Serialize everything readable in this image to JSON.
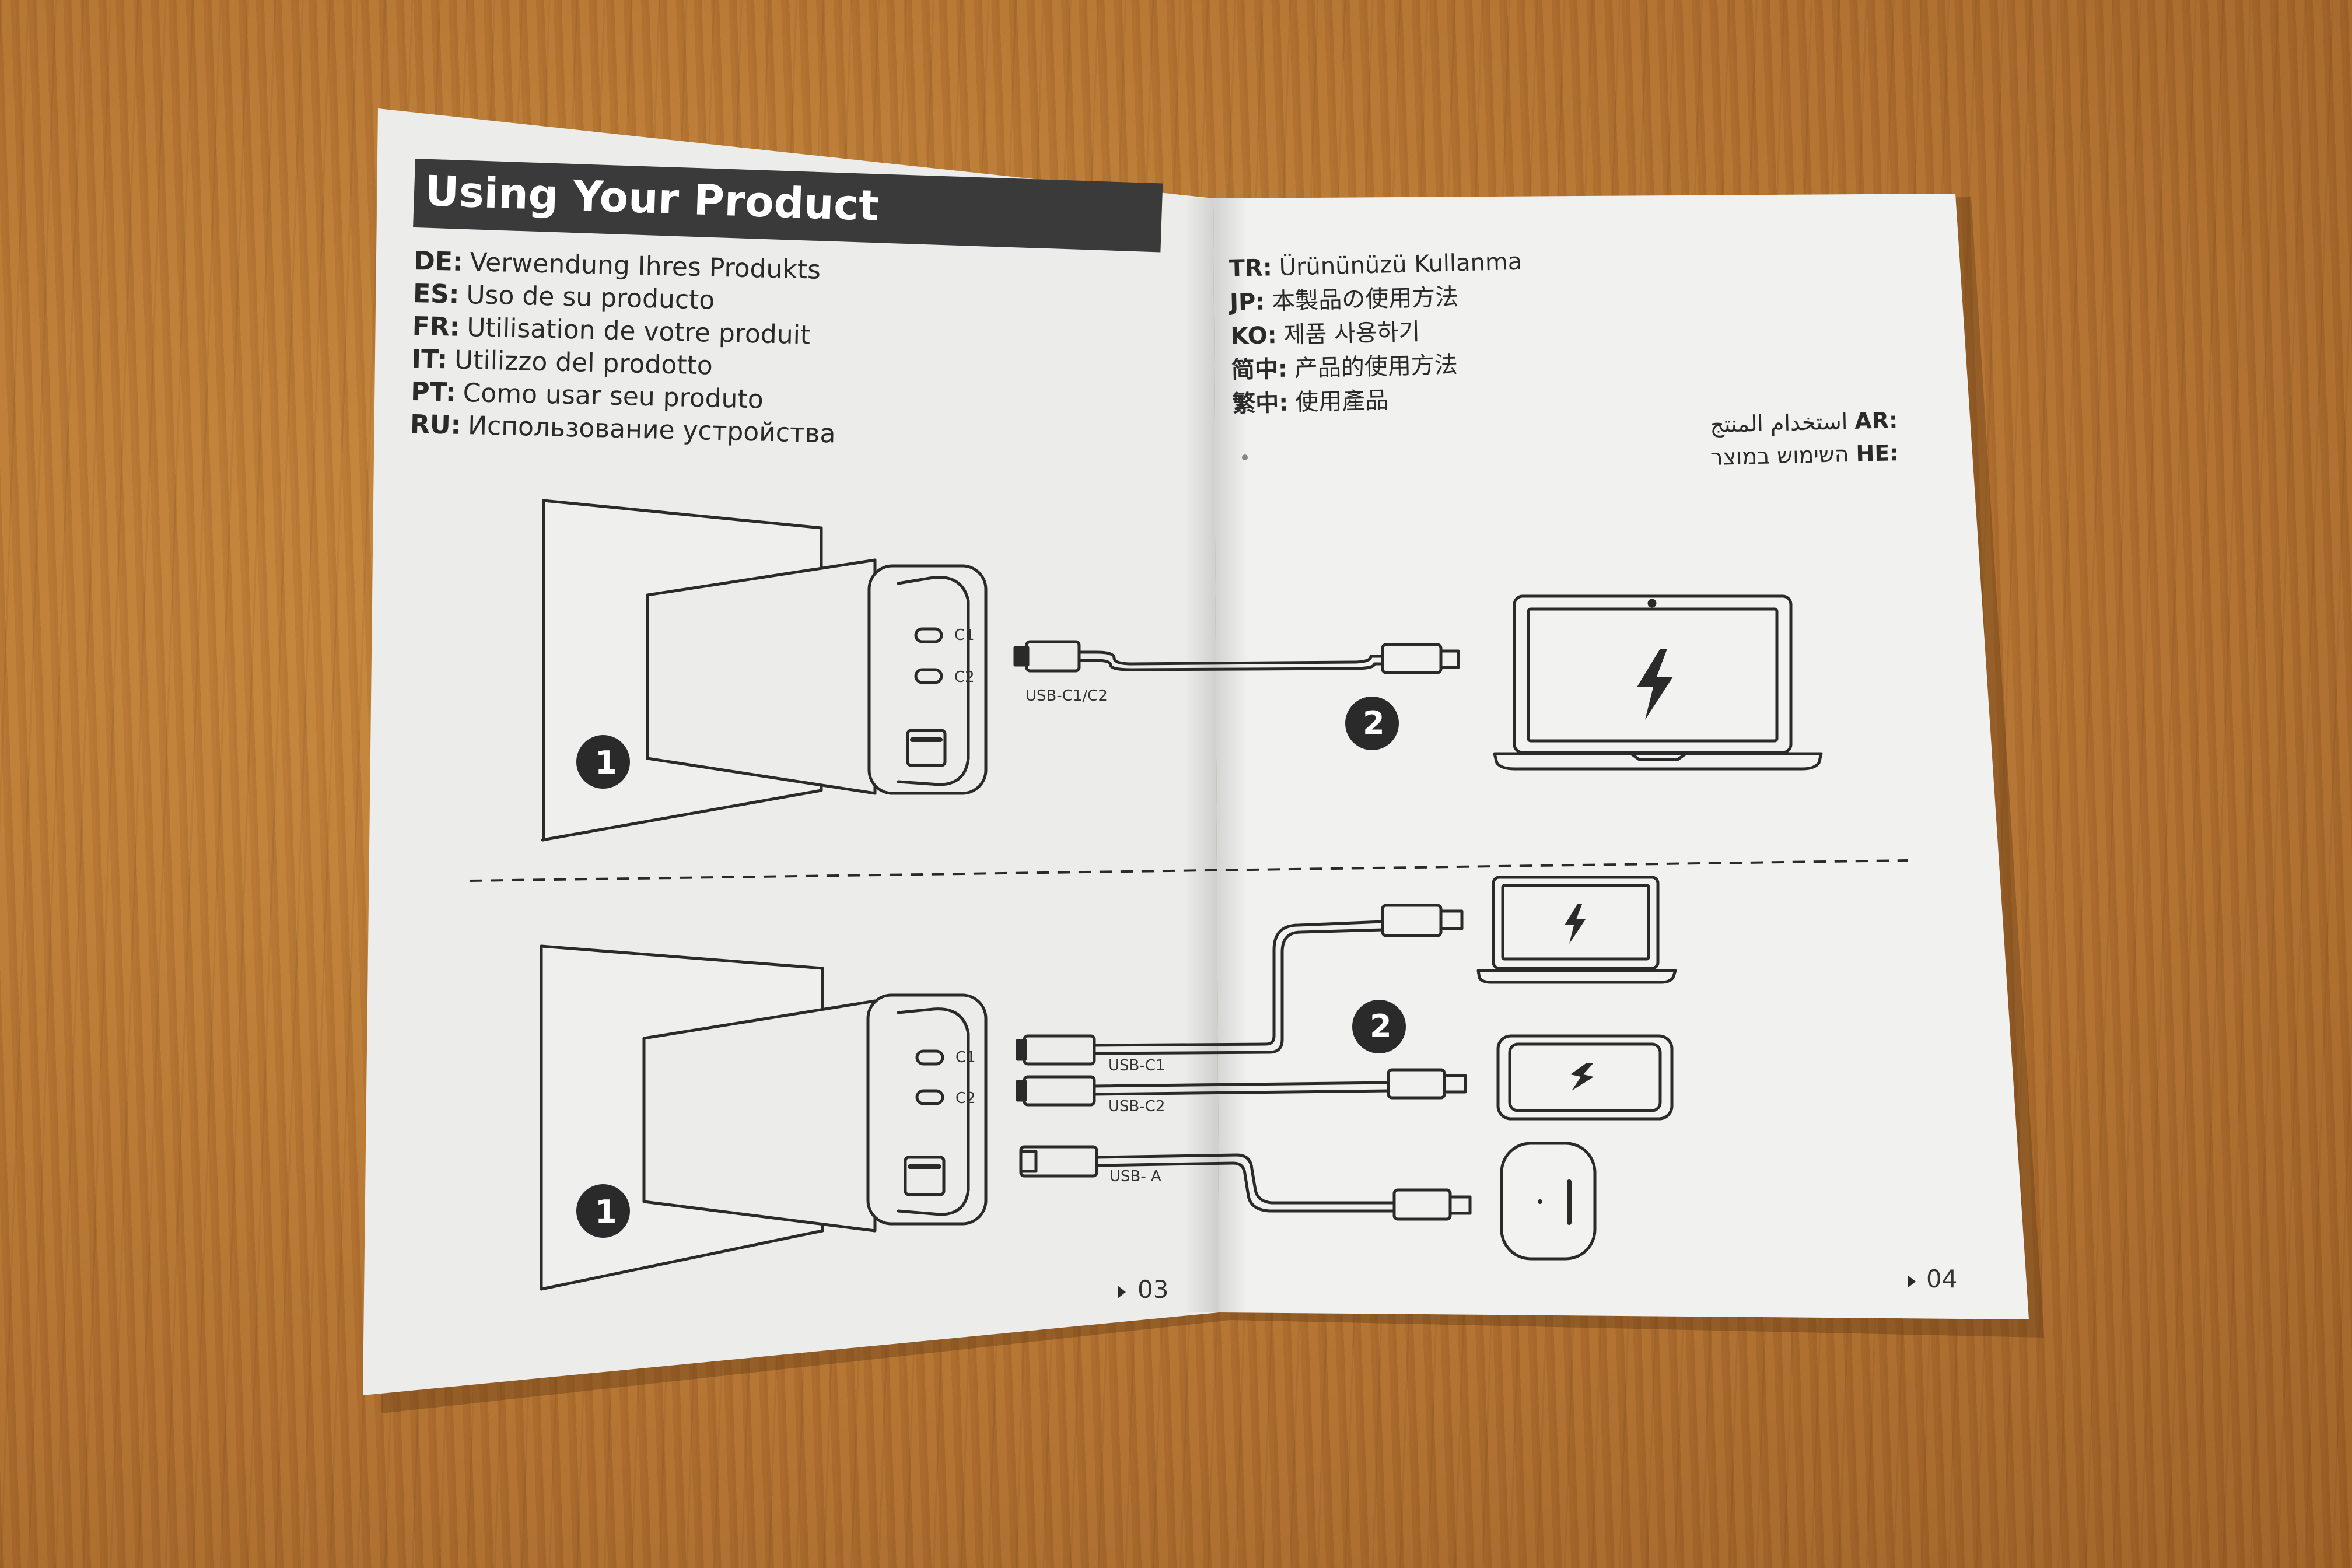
{
  "title": "Using Your Product",
  "left_langs": [
    {
      "code": "DE:",
      "text": "Verwendung Ihres Produkts"
    },
    {
      "code": "ES:",
      "text": "Uso de su producto"
    },
    {
      "code": "FR:",
      "text": "Utilisation de votre produit"
    },
    {
      "code": "IT:",
      "text": "Utilizzo del prodotto"
    },
    {
      "code": "PT:",
      "text": "Como usar seu produto"
    },
    {
      "code": "RU:",
      "text": "Использование устройства"
    }
  ],
  "right_langs": [
    {
      "code": "TR:",
      "text": "Ürününüzü Kullanma"
    },
    {
      "code": "JP:",
      "text": "本製品の使用方法"
    },
    {
      "code": "KO:",
      "text": "제품 사용하기"
    },
    {
      "code": "简中:",
      "text": "产品的使用方法"
    },
    {
      "code": "繁中:",
      "text": "使用產品"
    }
  ],
  "rtl_langs": [
    {
      "code": "AR:",
      "text": "استخدام المنتج"
    },
    {
      "code": "HE:",
      "text": "השימוש במוצר"
    }
  ],
  "diagram": {
    "port_c1": "C1",
    "port_c2": "C2",
    "port_c1_b": "C1",
    "port_c2_b": "C2",
    "cable_single": "USB-C1/C2",
    "cable_c1": "USB-C1",
    "cable_c2": "USB-C2",
    "cable_a": "USB- A",
    "step1_top": "1",
    "step2_top": "2",
    "step1_bottom": "1",
    "step2_bottom": "2"
  },
  "pages": {
    "left": "03",
    "right": "04"
  },
  "colors": {
    "paper_left": "#eceeec",
    "paper_right": "#f0f1ef",
    "ink": "#2a2a2a",
    "wood": "#b87a32"
  }
}
